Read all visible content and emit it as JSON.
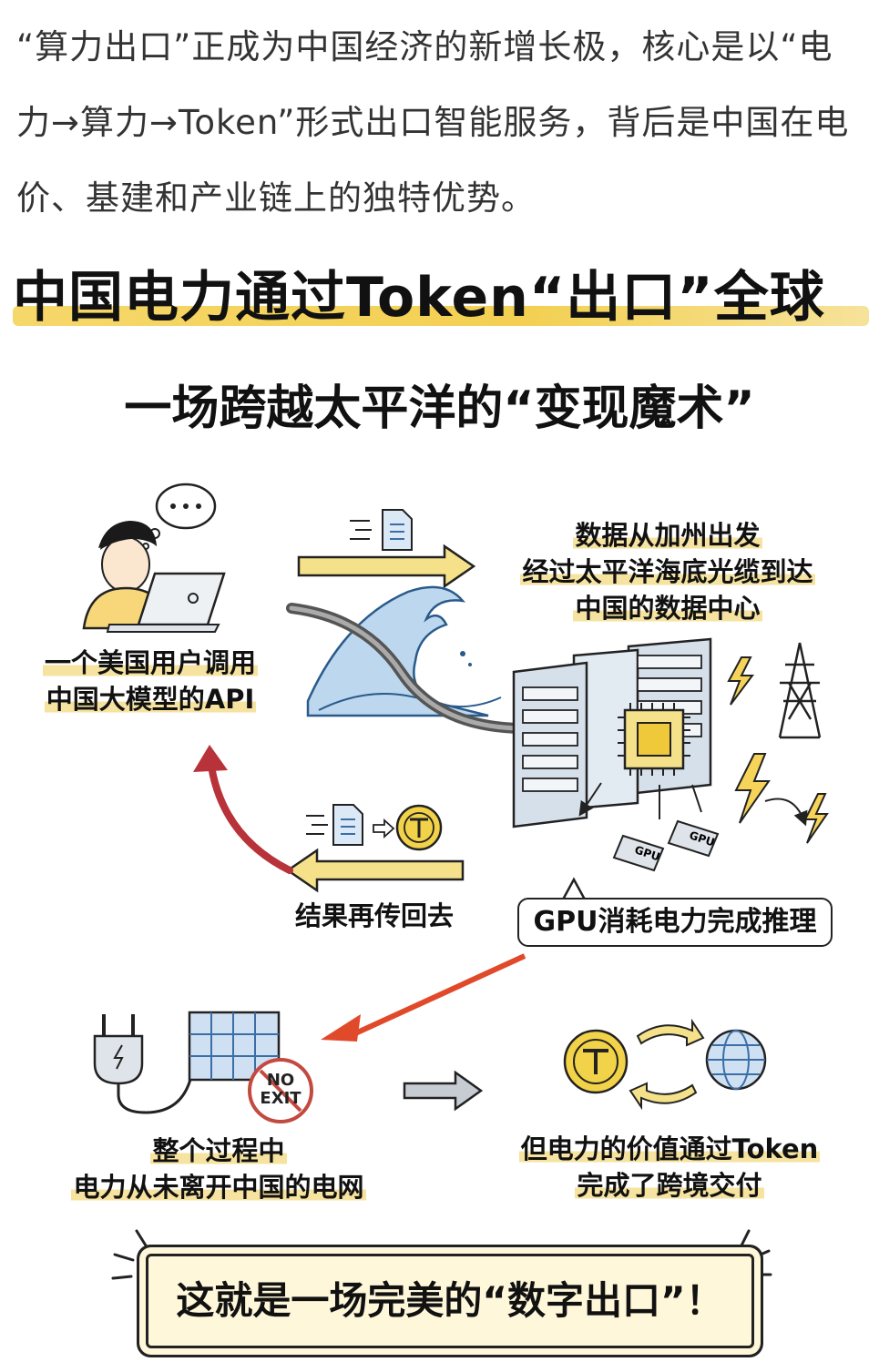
{
  "intro_text": "“算力出口”正成为中国经济的新增长极，核心是以“电力→算力→Token”形式出口智能服务，背后是中国在电价、基建和产业链上的独特优势。",
  "title": "中国电力通过Token“出口”全球",
  "subtitle": "一场跨越太平洋的“变现魔术”",
  "user_label": [
    "一个美国用户调用",
    "中国大模型的API"
  ],
  "route_label": [
    "数据从加州出发",
    "经过太平洋海底光缆到达",
    "中国的数据中心"
  ],
  "return_label": "结果再传回去",
  "gpu_label": "GPU消耗电力完成推理",
  "sign_text": [
    "NO",
    "EXIT"
  ],
  "gpu_chip_text": "GPU",
  "grid_label": [
    "整个过程中",
    "电力从未离开中国的电网"
  ],
  "token_label": [
    "但电力的价值通过Token",
    "完成了跨境交付"
  ],
  "conclusion": "这就是一场完美的“数字出口”！",
  "icons": [
    "thinking-bubble-icon",
    "document-icon",
    "token-coin-icon",
    "server-rack-icon",
    "chip-icon",
    "lightning-icon",
    "power-tower-icon",
    "plug-icon",
    "solar-panel-icon",
    "no-exit-sign-icon",
    "globe-icon",
    "wave-icon",
    "cable-icon"
  ],
  "colors": {
    "highlight": "#f3d052",
    "arrow_red": "#e04a2a",
    "arrow_dark_red": "#b8323a",
    "arrow_yellow": "#f4e18a",
    "server_blue": "#d5e0ea",
    "coin": "#f2d248"
  }
}
